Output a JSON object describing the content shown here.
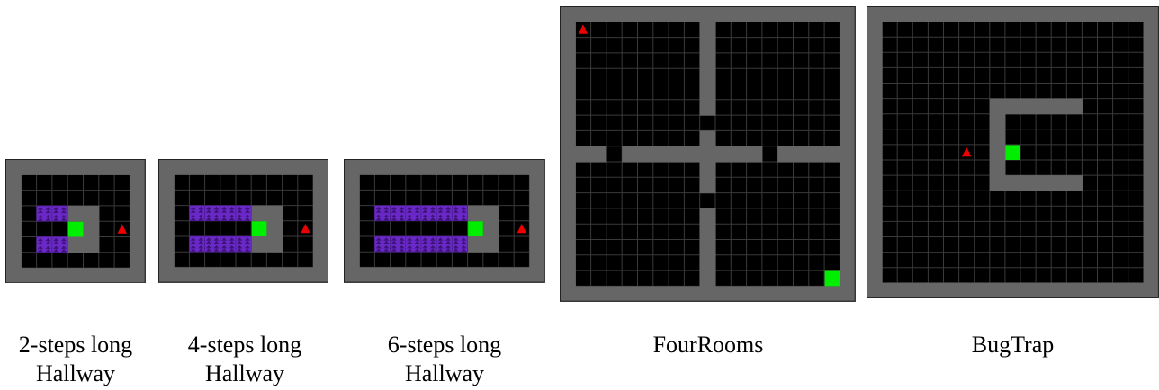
{
  "colors": {
    "wall": "#666666",
    "floor": "#000000",
    "grid": "#3a3a3a",
    "goal": "#00ee00",
    "agent": "#ee0000",
    "lava": "#6a28c6",
    "lava_glyph": "#3c1478"
  },
  "environments": [
    {
      "id": "hallway2",
      "caption_line1": "2-steps long",
      "caption_line2": "Hallway",
      "cols": 9,
      "rows": 8,
      "walls": [
        [
          4,
          3
        ],
        [
          5,
          3
        ],
        [
          5,
          4
        ],
        [
          4,
          5
        ],
        [
          5,
          5
        ]
      ],
      "lava": [
        [
          2,
          3
        ],
        [
          3,
          3
        ],
        [
          2,
          5
        ],
        [
          3,
          5
        ]
      ],
      "goal": [
        4,
        4
      ],
      "agent": [
        7,
        4
      ]
    },
    {
      "id": "hallway4",
      "caption_line1": "4-steps long",
      "caption_line2": "Hallway",
      "cols": 11,
      "rows": 8,
      "walls": [
        [
          6,
          3
        ],
        [
          7,
          3
        ],
        [
          7,
          4
        ],
        [
          6,
          5
        ],
        [
          7,
          5
        ]
      ],
      "lava": [
        [
          2,
          3
        ],
        [
          3,
          3
        ],
        [
          4,
          3
        ],
        [
          5,
          3
        ],
        [
          2,
          5
        ],
        [
          3,
          5
        ],
        [
          4,
          5
        ],
        [
          5,
          5
        ]
      ],
      "goal": [
        6,
        4
      ],
      "agent": [
        9,
        4
      ]
    },
    {
      "id": "hallway6",
      "caption_line1": "6-steps long",
      "caption_line2": "Hallway",
      "cols": 13,
      "rows": 8,
      "walls": [
        [
          8,
          3
        ],
        [
          9,
          3
        ],
        [
          9,
          4
        ],
        [
          8,
          5
        ],
        [
          9,
          5
        ]
      ],
      "lava": [
        [
          2,
          3
        ],
        [
          3,
          3
        ],
        [
          4,
          3
        ],
        [
          5,
          3
        ],
        [
          6,
          3
        ],
        [
          7,
          3
        ],
        [
          2,
          5
        ],
        [
          3,
          5
        ],
        [
          4,
          5
        ],
        [
          5,
          5
        ],
        [
          6,
          5
        ],
        [
          7,
          5
        ]
      ],
      "goal": [
        8,
        4
      ],
      "agent": [
        11,
        4
      ]
    },
    {
      "id": "fourrooms",
      "caption_line1": "FourRooms",
      "caption_line2": "",
      "cols": 19,
      "rows": 19,
      "walls": [],
      "lava": [],
      "goal": [
        17,
        17
      ],
      "agent": [
        1,
        1
      ]
    },
    {
      "id": "bugtrap",
      "caption_line1": "BugTrap",
      "caption_line2": "",
      "cols": 19,
      "rows": 19,
      "walls": [
        [
          8,
          6
        ],
        [
          9,
          6
        ],
        [
          10,
          6
        ],
        [
          11,
          6
        ],
        [
          12,
          6
        ],
        [
          13,
          6
        ],
        [
          8,
          7
        ],
        [
          8,
          8
        ],
        [
          8,
          9
        ],
        [
          8,
          10
        ],
        [
          8,
          11
        ],
        [
          9,
          11
        ],
        [
          10,
          11
        ],
        [
          11,
          11
        ],
        [
          12,
          11
        ],
        [
          13,
          11
        ]
      ],
      "lava": [],
      "goal": [
        9,
        9
      ],
      "agent": [
        6,
        9
      ]
    }
  ]
}
